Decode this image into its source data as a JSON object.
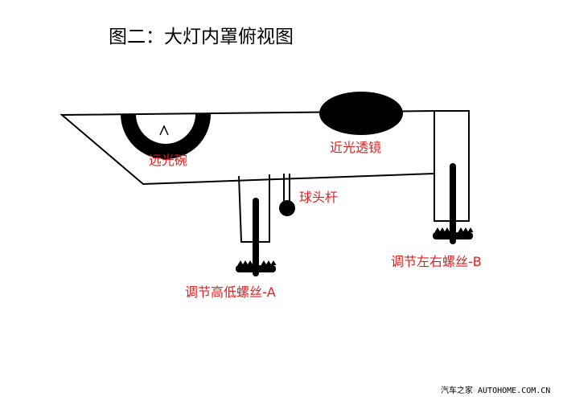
{
  "title": "图二：大灯内罩俯视图",
  "labels": {
    "high_beam_bowl": "远光碗",
    "low_beam_lens": "近光透镜",
    "ball_rod": "球头杆",
    "screw_a": "调节高低螺丝-A",
    "screw_b": "调节左右螺丝-B"
  },
  "watermark": "汽车之家 AUTOHOME.COM.CN",
  "colors": {
    "label": "#e02020",
    "line": "#000000"
  }
}
